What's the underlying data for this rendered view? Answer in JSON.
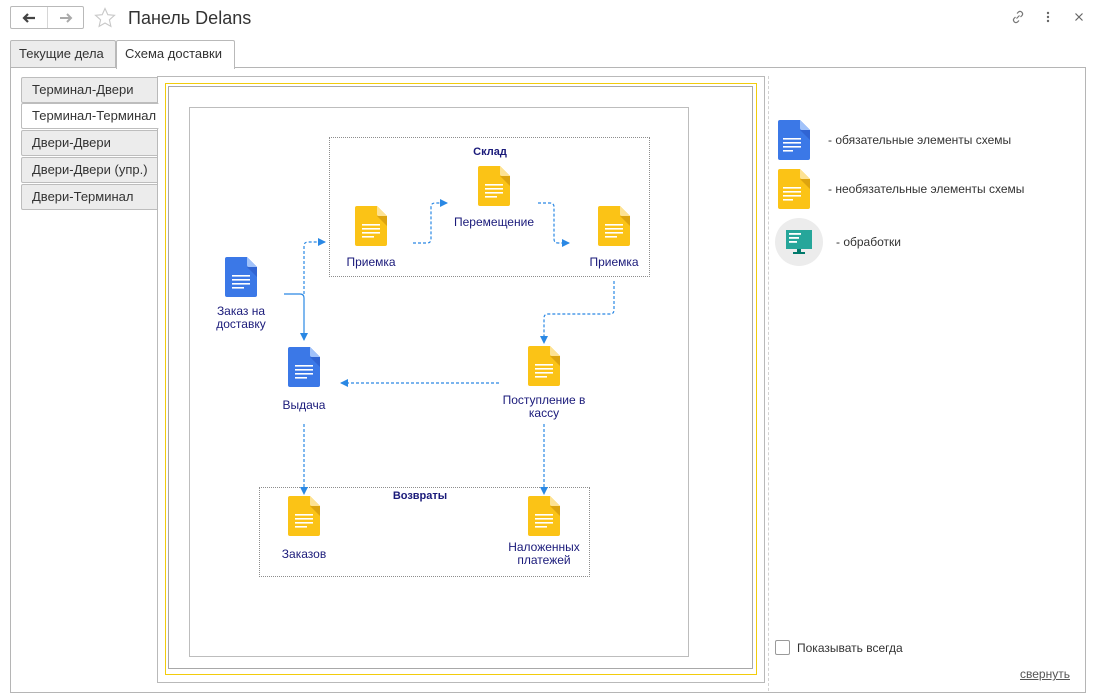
{
  "header": {
    "title": "Панель Delans",
    "back_icon": "arrow-left-icon",
    "forward_icon": "arrow-right-icon",
    "favorite_icon": "star-icon",
    "link_icon": "link-icon",
    "more_icon": "more-vertical-icon",
    "close_icon": "close-icon"
  },
  "tabs": [
    {
      "label": "Текущие дела",
      "active": false
    },
    {
      "label": "Схема доставки",
      "active": true
    }
  ],
  "scheme_tabs": [
    {
      "label": "Терминал-Двери",
      "active": false
    },
    {
      "label": "Терминал-Терминал",
      "active": true
    },
    {
      "label": "Двери-Двери",
      "active": false
    },
    {
      "label": "Двери-Двери (упр.)",
      "active": false
    },
    {
      "label": "Двери-Терминал",
      "active": false
    }
  ],
  "diagram": {
    "groups": {
      "warehouse": "Склад",
      "returns": "Возвраты"
    },
    "nodes": {
      "order": {
        "label1": "Заказ на",
        "label2": "доставку",
        "type": "required"
      },
      "receive1": {
        "label": "Приемка",
        "type": "optional"
      },
      "move": {
        "label": "Перемещение",
        "type": "optional"
      },
      "receive2": {
        "label": "Приемка",
        "type": "optional"
      },
      "issue": {
        "label": "Выдача",
        "type": "required"
      },
      "cash": {
        "label1": "Поступление в",
        "label2": "кассу",
        "type": "optional"
      },
      "ret_orders": {
        "label": "Заказов",
        "type": "optional"
      },
      "ret_cod": {
        "label1": "Наложенных",
        "label2": "платежей",
        "type": "optional"
      }
    }
  },
  "legend": [
    {
      "icon": "blue-document-icon",
      "text": "- обязательные элементы схемы"
    },
    {
      "icon": "yellow-document-icon",
      "text": "- необязательные элементы схемы"
    },
    {
      "icon": "monitor-icon",
      "text": "- обработки"
    }
  ],
  "show_always": {
    "label": "Показывать всегда",
    "checked": false
  },
  "collapse_label": "свернуть",
  "colors": {
    "required": "#3b78e7",
    "optional": "#fbc316",
    "processing": "#26a69a",
    "link": "#2a88e4",
    "frame_accent": "#f2cc0c"
  }
}
